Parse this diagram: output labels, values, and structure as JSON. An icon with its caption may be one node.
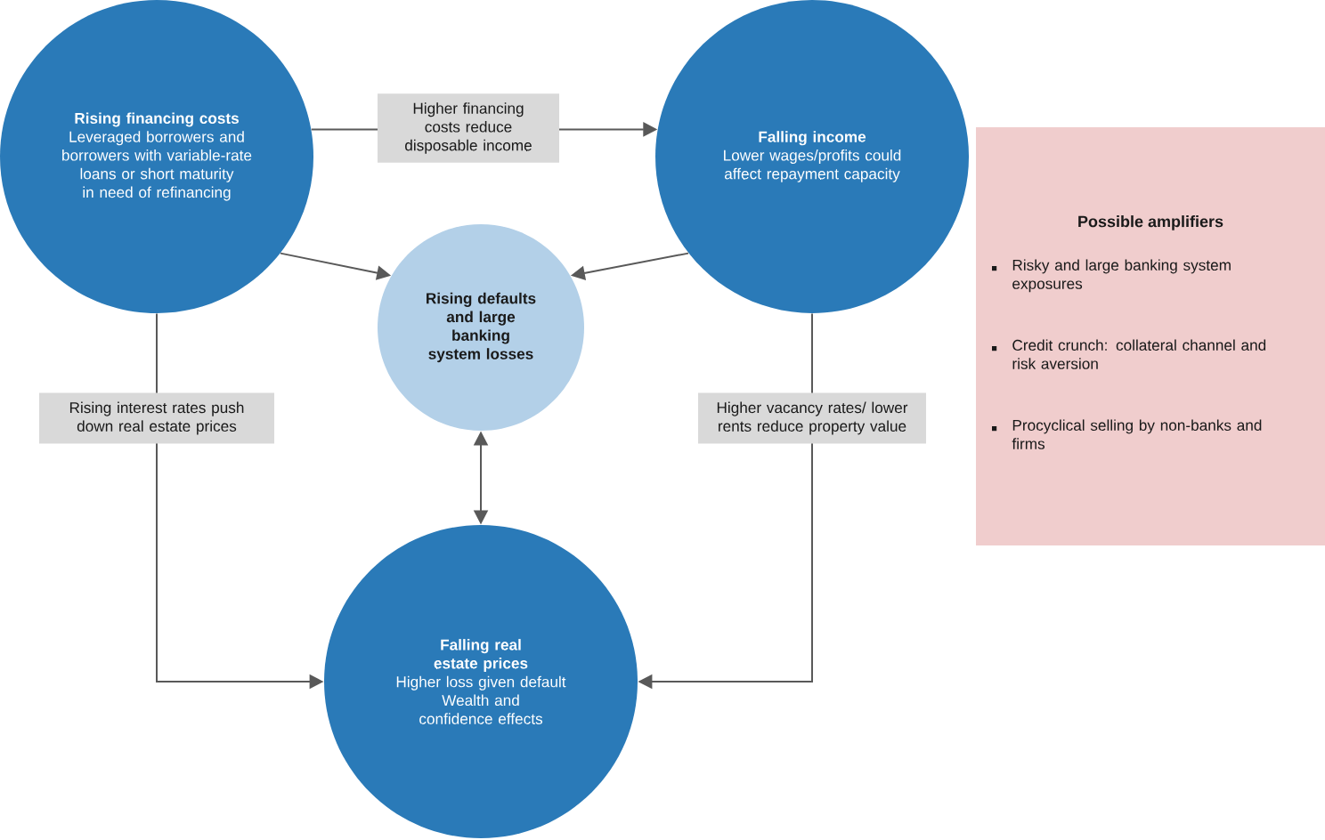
{
  "diagram": {
    "nodes": [
      {
        "text": [
          "Rising financing costs",
          "Leveraged borrowers and borrowers with variable-rate loans or short maturity in need of refinancing"
        ]
      },
      {
        "text": [
          "Falling income",
          "Lower wages/profits could affect repayment capacity"
        ]
      },
      {
        "text": [
          "Rising defaults and large banking system losses"
        ]
      },
      {
        "text": [
          "Falling real estate prices",
          "Higher loss given default",
          "Wealth and confidence effects"
        ]
      },
      {
        "text": [
          "Possible amplifiers",
          "Risky and large banking system exposures",
          "Credit crunch: collateral channel and risk aversion",
          "Procyclical selling by non-banks and firms"
        ]
      }
    ],
    "edges": [
      {
        "from": 0,
        "to": 1,
        "arrow": "to",
        "label": "Higher financing costs reduce disposable income"
      },
      {
        "from": 0,
        "to": 2,
        "arrow": "to"
      },
      {
        "from": 1,
        "to": 2,
        "arrow": "to"
      },
      {
        "from": 2,
        "to": 3,
        "arrow": "both"
      },
      {
        "from": 0,
        "to": 3,
        "arrow": "to",
        "label": "Rising interest rates push down real estate prices"
      },
      {
        "from": 1,
        "to": 3,
        "arrow": "to",
        "label": "Higher vacancy rates/ lower rents reduce property value"
      }
    ]
  }
}
